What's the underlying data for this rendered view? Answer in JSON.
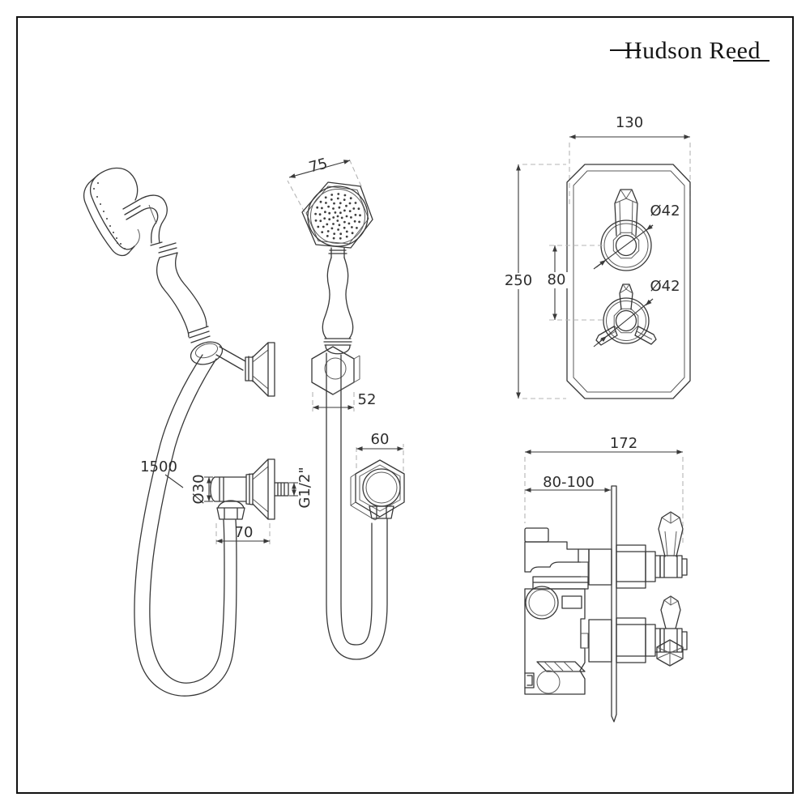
{
  "brand": {
    "logo_text": "Hudson Reed"
  },
  "dimensions": {
    "hose_length": "1500",
    "elbow_diameter": "Ø30",
    "elbow_offset": "70",
    "thread_size": "G1/2\"",
    "head_width": "75",
    "bracket_width": "52",
    "outlet_width": "60",
    "plate_width": "130",
    "plate_height": "250",
    "handle_spacing": "80",
    "handle_diameter_top": "Ø42",
    "handle_diameter_bottom": "Ø42",
    "valve_depth": "172",
    "recess_depth": "80-100"
  }
}
